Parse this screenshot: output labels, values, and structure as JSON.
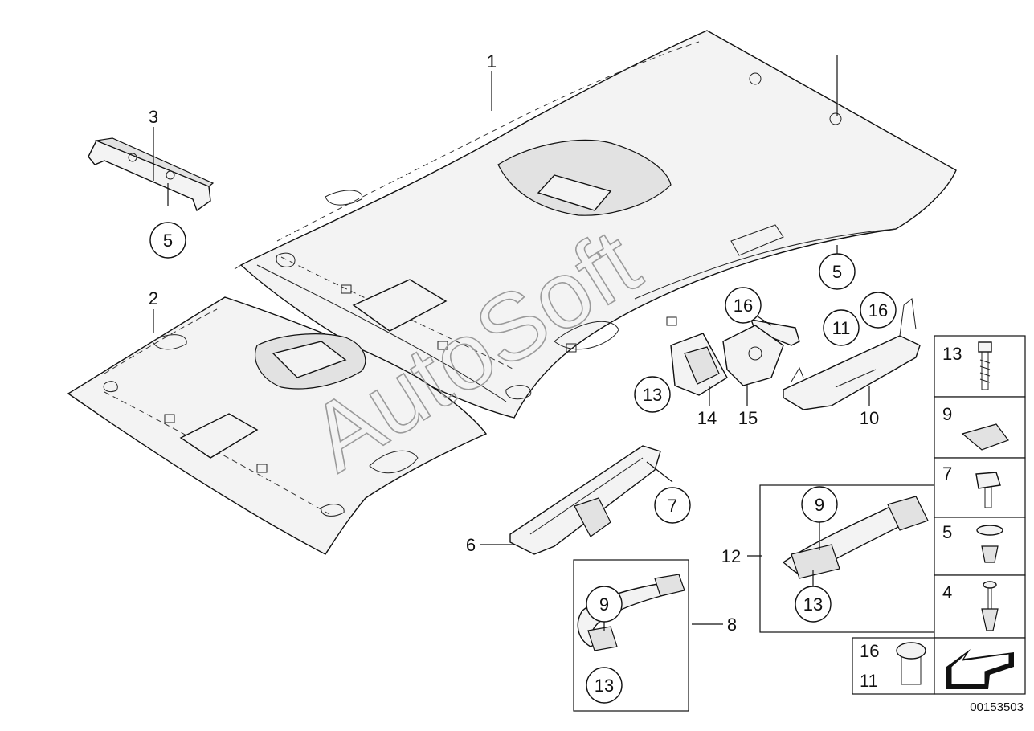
{
  "labels": {
    "p1": "1",
    "p2": "2",
    "p3": "3",
    "p5_top": "5",
    "p5_right": "5",
    "p6": "6",
    "p7": "7",
    "p8": "8",
    "p9_left": "9",
    "p13_left": "13",
    "p9_mid": "9",
    "p12": "12",
    "p13_mid": "13",
    "p16_a": "16",
    "p11_a": "11",
    "p16_b": "16",
    "p13_small": "13",
    "p14": "14",
    "p15": "15",
    "p10": "10"
  },
  "legend": {
    "items": [
      "13",
      "9",
      "7",
      "5",
      "4"
    ],
    "bottom_top": "16",
    "bottom_bottom": "11"
  },
  "watermark": "AutoSoft",
  "diagram_code": "00153503"
}
